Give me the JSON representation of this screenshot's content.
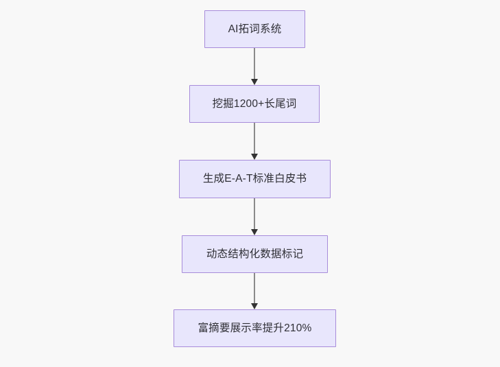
{
  "diagram": {
    "type": "flowchart",
    "direction": "top-to-bottom",
    "background_color": "#f8f8f8",
    "node_fill_color": "#e8e6fc",
    "node_border_color": "#a78bda",
    "edge_color": "#8a8a8a",
    "arrow_color": "#333333",
    "text_color": "#2f2f35",
    "nodes": [
      {
        "id": "n1",
        "label": "AI拓词系统"
      },
      {
        "id": "n2",
        "label": "挖掘1200+长尾词"
      },
      {
        "id": "n3",
        "label": "生成E-A-T标准白皮书"
      },
      {
        "id": "n4",
        "label": "动态结构化数据标记"
      },
      {
        "id": "n5",
        "label": "富摘要展示率提升210%"
      }
    ],
    "edges": [
      {
        "from": "n1",
        "to": "n2",
        "label": ""
      },
      {
        "from": "n2",
        "to": "n3",
        "label": ""
      },
      {
        "from": "n3",
        "to": "n4",
        "label": ""
      },
      {
        "from": "n4",
        "to": "n5",
        "label": ""
      }
    ]
  }
}
